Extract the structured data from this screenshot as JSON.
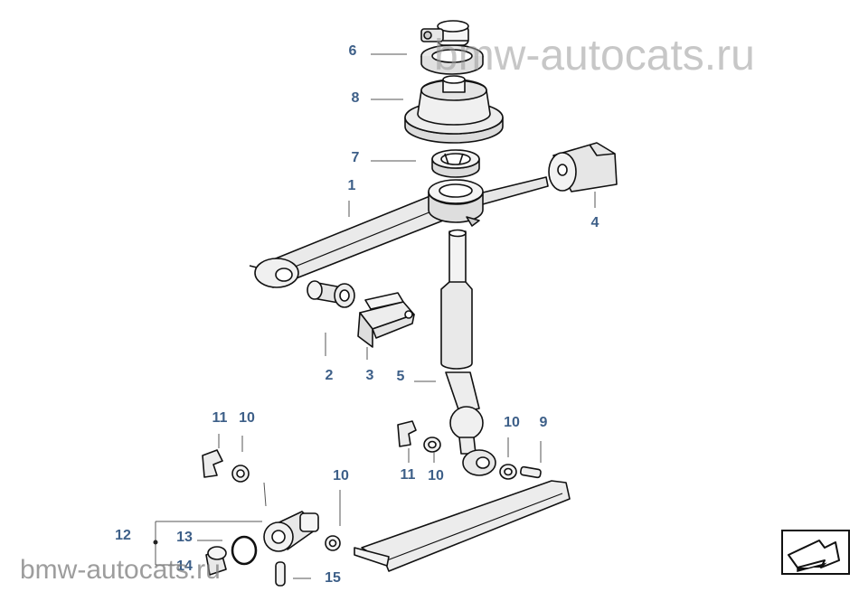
{
  "watermarks": {
    "top": "bmw-autocats.ru",
    "bottom": "bmw-autocats.ru"
  },
  "colors": {
    "callout_text": "#3d5f88",
    "part_fill": "#f2f2f2",
    "part_shade": "#d8d8d8",
    "outline": "#111111",
    "leader_line": "#555555"
  },
  "callouts": [
    {
      "id": "c6",
      "label": "6"
    },
    {
      "id": "c8",
      "label": "8"
    },
    {
      "id": "c7",
      "label": "7"
    },
    {
      "id": "c1",
      "label": "1"
    },
    {
      "id": "c4",
      "label": "4"
    },
    {
      "id": "c2",
      "label": "2"
    },
    {
      "id": "c3",
      "label": "3"
    },
    {
      "id": "c5",
      "label": "5"
    },
    {
      "id": "c11a",
      "label": "11"
    },
    {
      "id": "c10a",
      "label": "10"
    },
    {
      "id": "c10b",
      "label": "10"
    },
    {
      "id": "c9",
      "label": "9"
    },
    {
      "id": "c11b",
      "label": "11"
    },
    {
      "id": "c10c",
      "label": "10"
    },
    {
      "id": "c10d",
      "label": "10"
    },
    {
      "id": "c12",
      "label": "12"
    },
    {
      "id": "c13",
      "label": "13"
    },
    {
      "id": "c14",
      "label": "14"
    },
    {
      "id": "c15",
      "label": "15"
    }
  ],
  "navigation": {
    "icon": "arrow-back-icon"
  }
}
